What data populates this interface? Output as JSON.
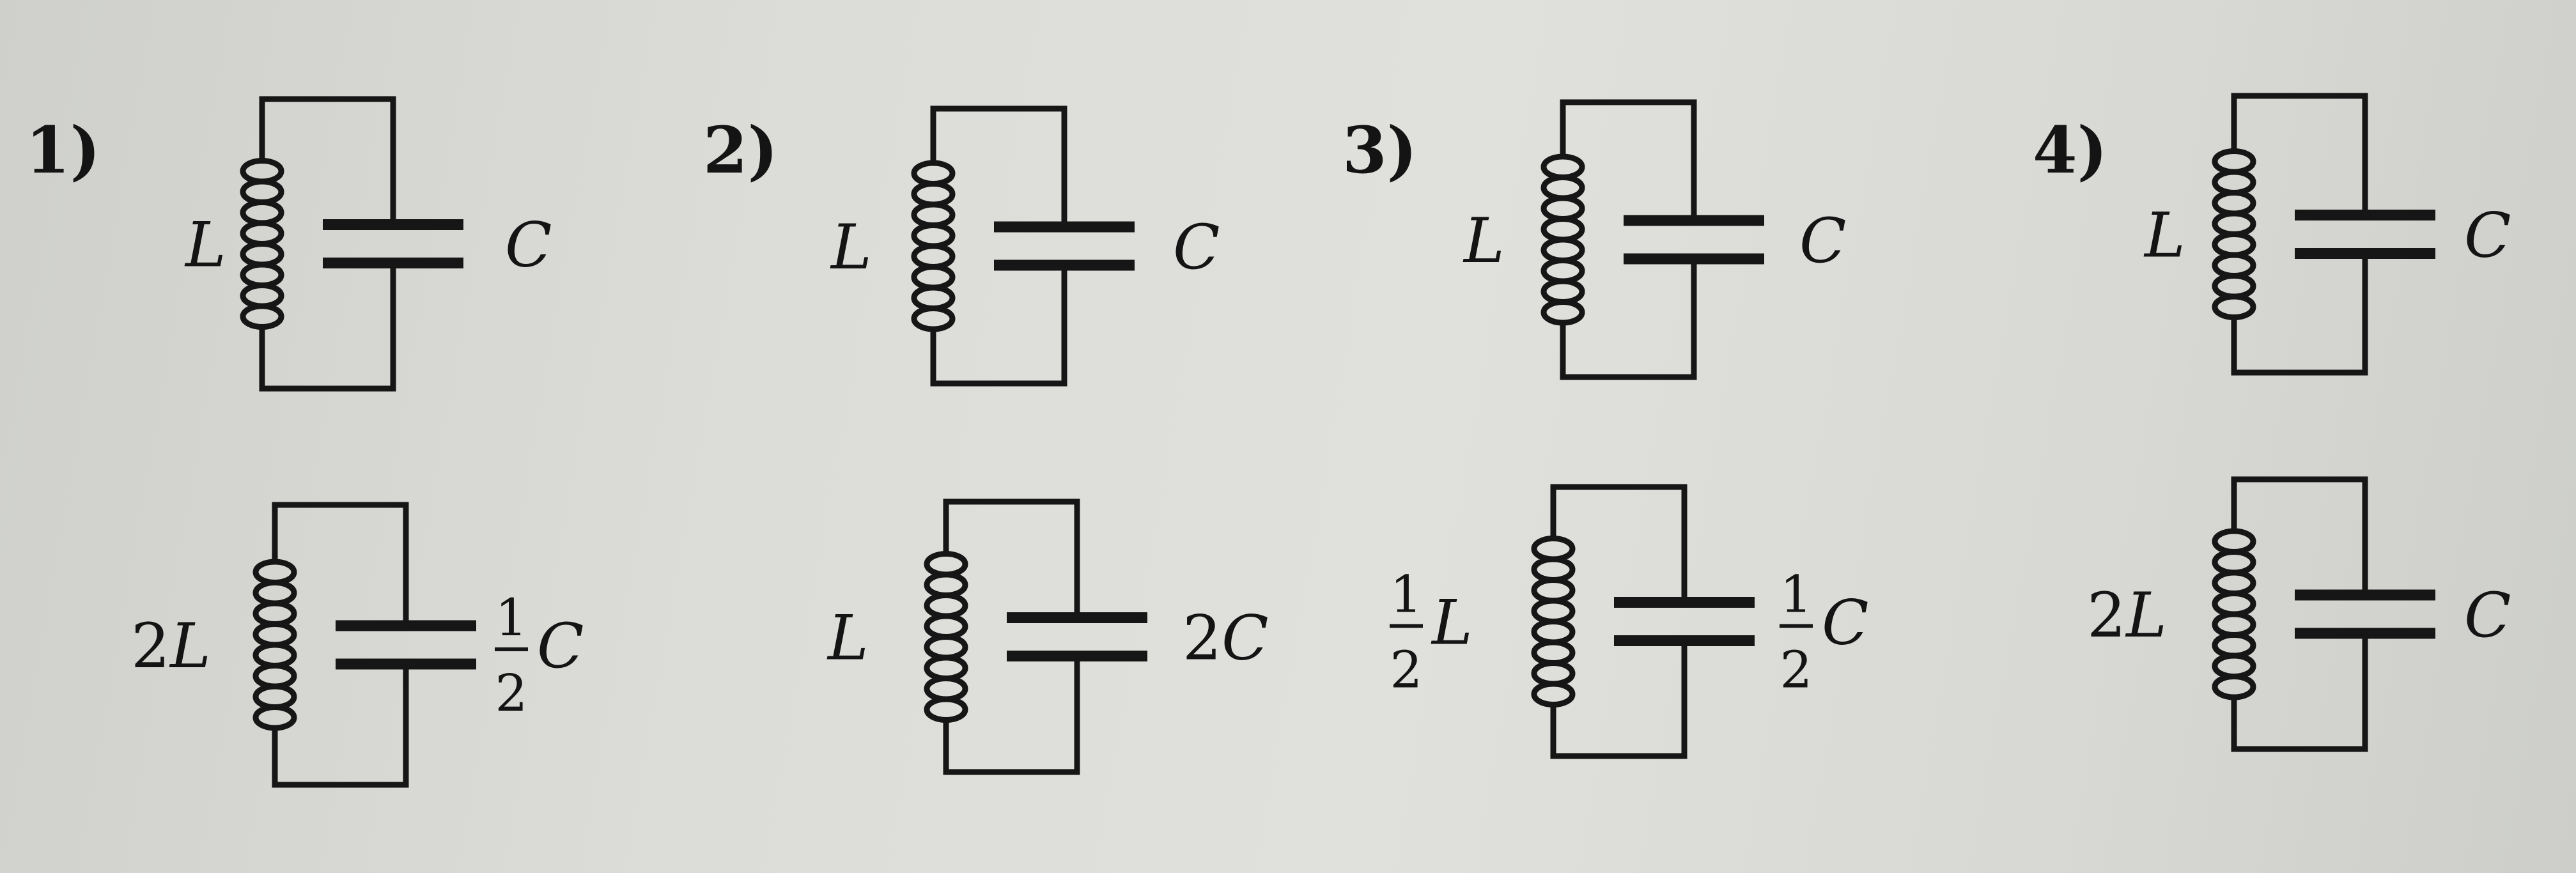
{
  "options": [
    {
      "number": "1)",
      "top": {
        "inductor": {
          "coef": "",
          "symbol": "L"
        },
        "capacitor": {
          "coef": "",
          "symbol": "C"
        }
      },
      "bottom": {
        "inductor": {
          "coef": "2",
          "symbol": "L"
        },
        "capacitor": {
          "frac_num": "1",
          "frac_den": "2",
          "symbol": "C"
        }
      }
    },
    {
      "number": "2)",
      "top": {
        "inductor": {
          "coef": "",
          "symbol": "L"
        },
        "capacitor": {
          "coef": "",
          "symbol": "C"
        }
      },
      "bottom": {
        "inductor": {
          "coef": "",
          "symbol": "L"
        },
        "capacitor": {
          "coef": "2",
          "symbol": "C"
        }
      }
    },
    {
      "number": "3)",
      "top": {
        "inductor": {
          "coef": "",
          "symbol": "L"
        },
        "capacitor": {
          "coef": "",
          "symbol": "C"
        }
      },
      "bottom": {
        "inductor": {
          "frac_num": "1",
          "frac_den": "2",
          "symbol": "L"
        },
        "capacitor": {
          "frac_num": "1",
          "frac_den": "2",
          "symbol": "C"
        }
      }
    },
    {
      "number": "4)",
      "top": {
        "inductor": {
          "coef": "",
          "symbol": "L"
        },
        "capacitor": {
          "coef": "",
          "symbol": "C"
        }
      },
      "bottom": {
        "inductor": {
          "coef": "2",
          "symbol": "L"
        },
        "capacitor": {
          "coef": "",
          "symbol": "C"
        }
      }
    }
  ]
}
